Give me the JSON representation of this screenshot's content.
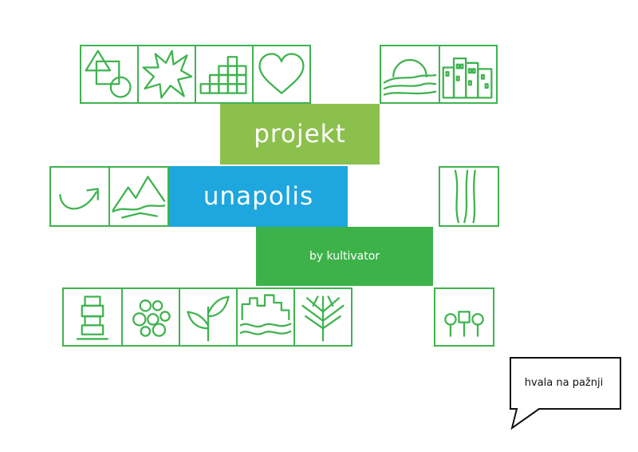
{
  "title": {
    "line1": "projekt",
    "line2": "unapolis"
  },
  "byline": "by kultivator",
  "bubble": {
    "text": "hvala na pažnji"
  },
  "icons": {
    "row1": [
      "shapes-icon",
      "burst-icon",
      "stairs-grid-icon",
      "heart-icon"
    ],
    "row1_right": [
      "sunrise-hills-icon",
      "city-buildings-icon"
    ],
    "row2": [
      "curved-arrow-icon",
      "mountains-icon"
    ],
    "row2_right": [
      "river-lines-icon"
    ],
    "row3": [
      "stacked-blocks-icon",
      "circles-icon",
      "sprout-icon",
      "city-waves-icon",
      "tree-icon"
    ],
    "row3_right": [
      "three-trees-icon"
    ]
  },
  "colors": {
    "icon_stroke": "#3fb34f",
    "band_projekt": "#8cc04d",
    "band_unapolis": "#1ea6df",
    "band_kultivator": "#3db249"
  }
}
